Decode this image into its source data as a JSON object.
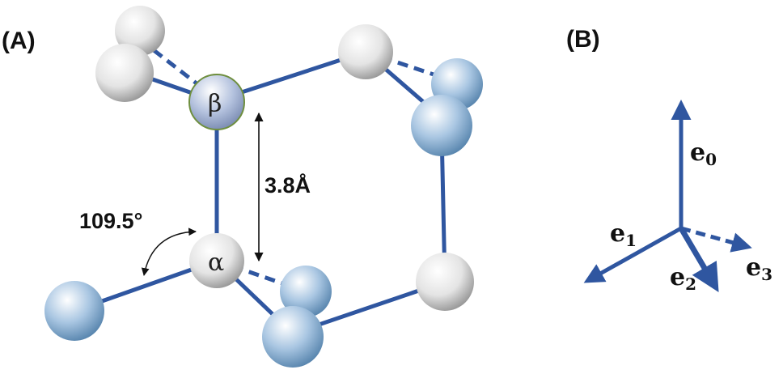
{
  "panels": {
    "a": "(A)",
    "b": "(B)"
  },
  "atoms": {
    "beta": "β",
    "alpha": "α"
  },
  "distance": "3.8Å",
  "angle": "109.5°",
  "vectors": [
    {
      "base": "e",
      "sub": "0"
    },
    {
      "base": "e",
      "sub": "1"
    },
    {
      "base": "e",
      "sub": "2"
    },
    {
      "base": "e",
      "sub": "3"
    }
  ],
  "colors": {
    "bond": "#2f56a0",
    "white_atom": "#e6e6e6",
    "blue_atom": "#8fb4d6",
    "beta_atom": "#9fb0d0"
  }
}
